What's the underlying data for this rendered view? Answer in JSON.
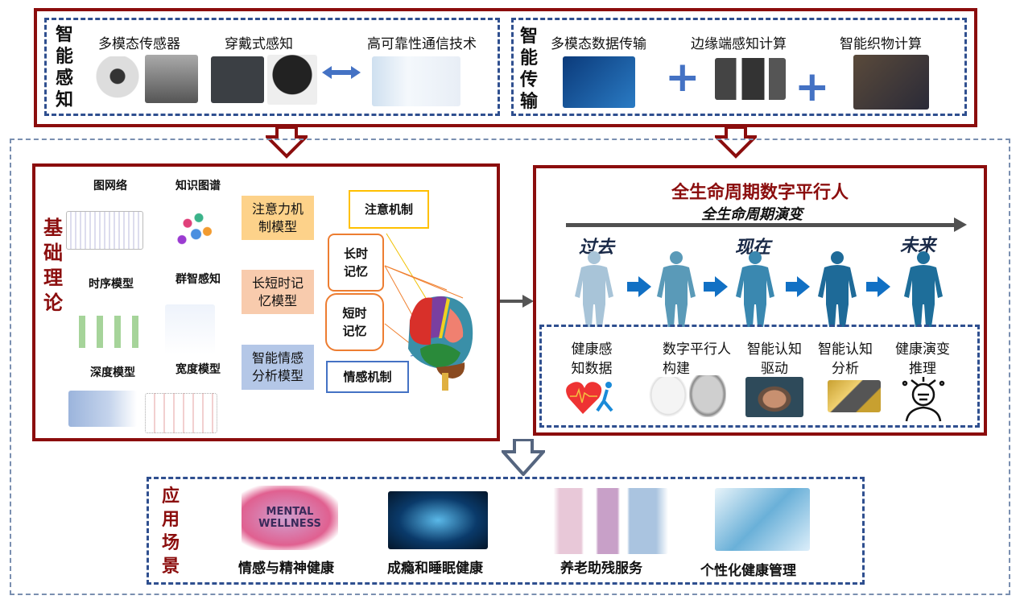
{
  "perception": {
    "title": "智能感知",
    "items": [
      "多模态传感器",
      "穿戴式感知",
      "高可靠性通信技术"
    ]
  },
  "transmission": {
    "title": "智能传输",
    "items": [
      "多模态数据传输",
      "边缘端感知计算",
      "智能织物计算"
    ],
    "plus": "+"
  },
  "theory": {
    "title": "基础理论",
    "models": [
      "图网络",
      "知识图谱",
      "时序模型",
      "群智感知",
      "深度模型",
      "宽度模型"
    ],
    "mechanism_models": [
      "注意力机制模型",
      "长短时记忆模型",
      "智能情感分析模型"
    ],
    "brain_labels": [
      "注意机制",
      "长时记忆",
      "短时记忆",
      "情感机制"
    ]
  },
  "twin": {
    "title": "全生命周期数字平行人",
    "subtitle": "全生命周期演变",
    "stages": [
      "过去",
      "现在",
      "未来"
    ],
    "items": [
      "健康感知数据",
      "数字平行人构建",
      "智能认知驱动",
      "智能认知分析",
      "健康演变推理"
    ]
  },
  "applications": {
    "title": "应用场景",
    "items": [
      "情感与精神健康",
      "成瘾和睡眠健康",
      "养老助残服务",
      "个性化健康管理"
    ],
    "image_text": "MENTAL WELLNESS"
  },
  "colors": {
    "dark_red": "#8b0d0d",
    "dash_blue": "#2f4f8f",
    "arrow_blue": "#1170c4"
  }
}
